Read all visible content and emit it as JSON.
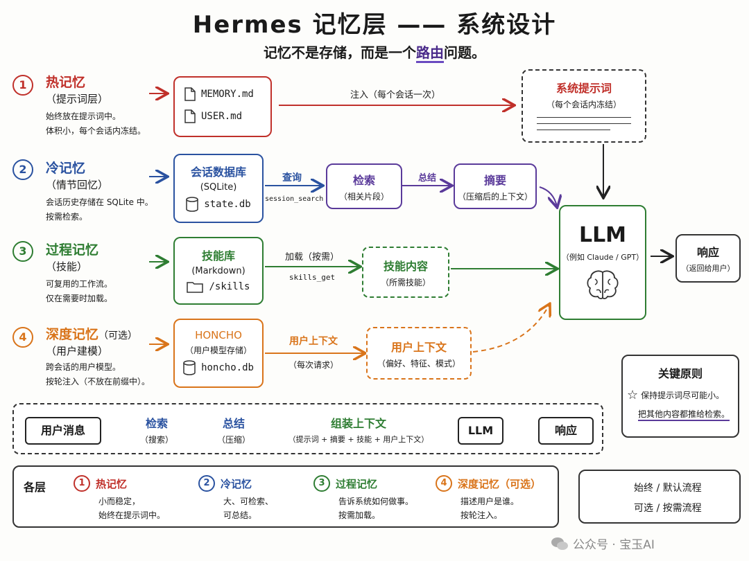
{
  "title": "Hermes 记忆层 —— 系统设计",
  "subtitle": {
    "before": "记忆不是存储，而是一个",
    "highlight": "路由",
    "after": "问题。"
  },
  "layers": [
    {
      "num": "1",
      "name": "热记忆",
      "sub": "（提示词层）",
      "desc": [
        "始终放在提示词中。",
        "体积小，每个会话内冻结。"
      ]
    },
    {
      "num": "2",
      "name": "冷记忆",
      "sub": "（情节回忆）",
      "desc": [
        "会话历史存储在 SQLite 中。",
        "按需检索。"
      ]
    },
    {
      "num": "3",
      "name": "过程记忆",
      "sub": "（技能）",
      "desc": [
        "可复用的工作流。",
        "仅在需要时加载。"
      ]
    },
    {
      "num": "4",
      "name": "深度记忆",
      "name_extra": "（可选）",
      "sub": "（用户建模）",
      "desc": [
        "跨会话的用户模型。",
        "按轮注入（不放在前缀中）。"
      ]
    }
  ],
  "hot": {
    "files": [
      "MEMORY.md",
      "USER.md"
    ],
    "arrow_label": "注入（每个会话一次）"
  },
  "system_prompt": {
    "title": "系统提示词",
    "sub": "（每个会话内冻结）"
  },
  "cold": {
    "db_title": "会话数据库",
    "db_sub": "(SQLite)",
    "db_file": "state.db",
    "query_label": "查询",
    "query_fn": "session_search",
    "retrieve_title": "检索",
    "retrieve_sub": "（相关片段）",
    "summarize_label": "总结",
    "summary_title": "摘要",
    "summary_sub": "（压缩后的上下文）"
  },
  "proc": {
    "lib_title": "技能库",
    "lib_sub": "(Markdown)",
    "lib_dir": "/skills",
    "load_label": "加载（按需）",
    "load_fn": "skills_get",
    "content_title": "技能内容",
    "content_sub": "（所需技能）"
  },
  "deep": {
    "title": "HONCHO",
    "sub": "（用户模型存储）",
    "file": "honcho.db",
    "arrow_label": "用户上下文",
    "arrow_sub": "（每次请求）",
    "ctx_title": "用户上下文",
    "ctx_sub": "（偏好、特征、模式）"
  },
  "llm": {
    "title": "LLM",
    "sub": "（例如 Claude / GPT）"
  },
  "response": {
    "title": "响应",
    "sub": "（返回给用户）"
  },
  "principle": {
    "title": "关键原则",
    "line1": "保持提示词尽可能小。",
    "line2": "把其他内容都推给检索。"
  },
  "flow": {
    "user_msg": "用户消息",
    "retrieve": "检索",
    "retrieve_sub": "（搜索）",
    "summarize": "总结",
    "summarize_sub": "（压缩）",
    "assemble": "组装上下文",
    "assemble_sub": "（提示词 + 摘要 + 技能 + 用户上下文）",
    "llm": "LLM",
    "response": "响应"
  },
  "legend": {
    "heading": "各层",
    "items": [
      {
        "num": "1",
        "name": "热记忆",
        "desc": [
          "小而稳定，",
          "始终在提示词中。"
        ]
      },
      {
        "num": "2",
        "name": "冷记忆",
        "desc": [
          "大、可检索、",
          "可总结。"
        ]
      },
      {
        "num": "3",
        "name": "过程记忆",
        "desc": [
          "告诉系统如何做事。",
          "按需加载。"
        ]
      },
      {
        "num": "4",
        "name": "深度记忆（可选）",
        "desc": [
          "描述用户是谁。",
          "按轮注入。"
        ]
      }
    ]
  },
  "line_legend": {
    "solid": "始终 / 默认流程",
    "dashed": "可选 / 按需流程"
  },
  "watermark": "公众号 · 宝玉AI",
  "colors": {
    "hot": "#c0302a",
    "cold": "#2a52a0",
    "proc": "#2e7d32",
    "deep": "#d9741a",
    "retrieve": "#5a3a9a"
  }
}
